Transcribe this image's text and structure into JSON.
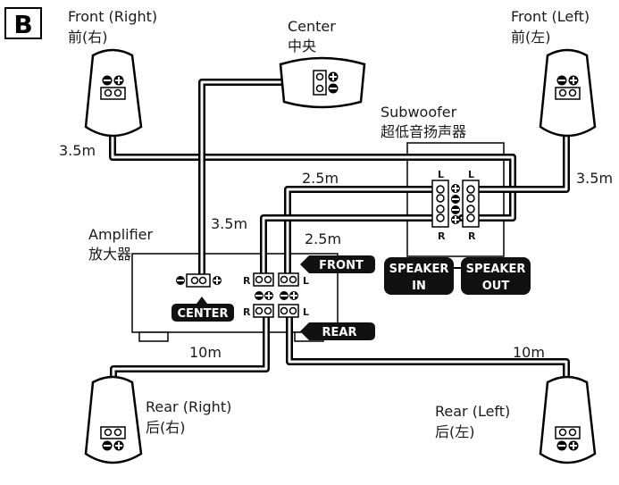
{
  "badge": "B",
  "speakers": {
    "front_right": {
      "name": "Front (Right)",
      "cn": "前(右)"
    },
    "front_left": {
      "name": "Front (Left)",
      "cn": "前(左)"
    },
    "center": {
      "name": "Center",
      "cn": "中央"
    },
    "rear_right": {
      "name": "Rear (Right)",
      "cn": "后(右)"
    },
    "rear_left": {
      "name": "Rear (Left)",
      "cn": "后(左)"
    }
  },
  "subwoofer": {
    "name": "Subwoofer",
    "cn": "超低音扬声器",
    "speaker_in": [
      "SPEAKER",
      "IN"
    ],
    "speaker_out": [
      "SPEAKER",
      "OUT"
    ]
  },
  "amplifier": {
    "name": "Amplifier",
    "cn": "放大器",
    "front": "FRONT",
    "rear": "REAR",
    "center": "CENTER"
  },
  "channel_letters": {
    "left": "L",
    "right": "R"
  },
  "cable_lengths": {
    "front_right": "3.5m",
    "front_left": "3.5m",
    "amp_to_sub_upper": "2.5m",
    "amp_to_sub_lower": "2.5m",
    "center": "3.5m",
    "rear_right": "10m",
    "rear_left": "10m"
  }
}
